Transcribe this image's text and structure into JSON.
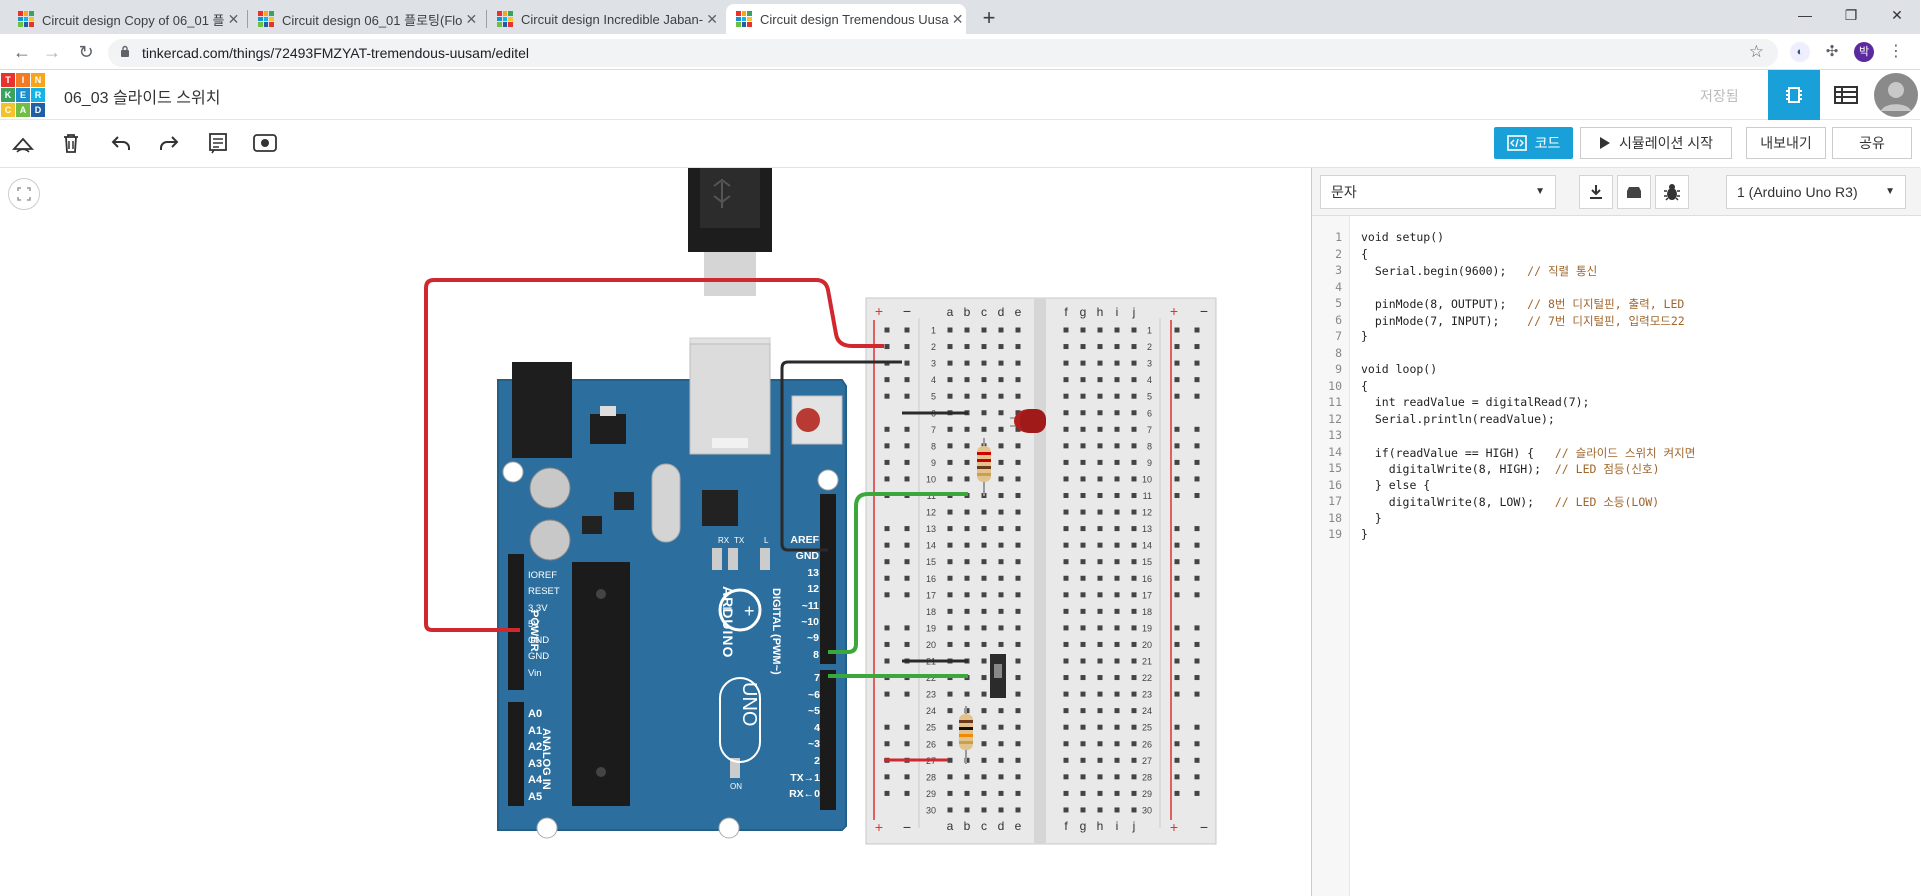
{
  "browser": {
    "tabs": [
      {
        "title": "Circuit design Copy of 06_01 플"
      },
      {
        "title": "Circuit design 06_01 플로팅(Flo"
      },
      {
        "title": "Circuit design Incredible Jaban-"
      },
      {
        "title": "Circuit design Tremendous Uusa"
      }
    ],
    "close_glyph": "✕",
    "new_tab_glyph": "+",
    "url": "tinkercad.com/things/72493FMZYAT-tremendous-uusam/editel",
    "profile_initial": "박"
  },
  "app": {
    "logo_letters": [
      "T",
      "I",
      "N",
      "K",
      "E",
      "R",
      "C",
      "A",
      "D"
    ],
    "logo_colors": [
      "#e8322f",
      "#f27a22",
      "#f9a51b",
      "#3aa35f",
      "#1c8fd1",
      "#16b4e6",
      "#f4c22c",
      "#6fbf44",
      "#1f5fa8"
    ],
    "project_title": "06_03 슬라이드 스위치",
    "saved_status": "저장됨",
    "code_button": "코드",
    "simulate_button": "시뮬레이션 시작",
    "export_button": "내보내기",
    "share_button": "공유"
  },
  "code_panel": {
    "mode": "문자",
    "device": "1 (Arduino Uno R3)",
    "lines": [
      {
        "n": "1",
        "code": "void setup()",
        "comment": ""
      },
      {
        "n": "2",
        "code": "{",
        "comment": ""
      },
      {
        "n": "3",
        "code": "  Serial.begin(9600);   ",
        "comment": "// 직렬 통신"
      },
      {
        "n": "4",
        "code": "",
        "comment": ""
      },
      {
        "n": "5",
        "code": "  pinMode(8, OUTPUT);   ",
        "comment": "// 8번 디지털핀, 출력, LED"
      },
      {
        "n": "6",
        "code": "  pinMode(7, INPUT);    ",
        "comment": "// 7번 디지털핀, 입력모드22"
      },
      {
        "n": "7",
        "code": "}",
        "comment": ""
      },
      {
        "n": "8",
        "code": "",
        "comment": ""
      },
      {
        "n": "9",
        "code": "void loop()",
        "comment": ""
      },
      {
        "n": "10",
        "code": "{",
        "comment": ""
      },
      {
        "n": "11",
        "code": "  int readValue = digitalRead(7);",
        "comment": ""
      },
      {
        "n": "12",
        "code": "  Serial.println(readValue);",
        "comment": ""
      },
      {
        "n": "13",
        "code": "",
        "comment": ""
      },
      {
        "n": "14",
        "code": "  if(readValue == HIGH) {   ",
        "comment": "// 슬라이드 스위치 켜지면"
      },
      {
        "n": "15",
        "code": "    digitalWrite(8, HIGH);  ",
        "comment": "// LED 점등(신호)"
      },
      {
        "n": "16",
        "code": "  } else {",
        "comment": ""
      },
      {
        "n": "17",
        "code": "    digitalWrite(8, LOW);   ",
        "comment": "// LED 소등(LOW)"
      },
      {
        "n": "18",
        "code": "  }",
        "comment": ""
      },
      {
        "n": "19",
        "code": "}",
        "comment": ""
      }
    ]
  },
  "circuit": {
    "arduino": {
      "brand": "ARDUINO",
      "model": "UNO",
      "power_title": "POWER",
      "analog_title": "ANALOG IN",
      "digital_title": "DIGITAL (PWM~)",
      "power_pins": [
        "IOREF",
        "RESET",
        "3.3V",
        "5V",
        "GND",
        "GND",
        "Vin"
      ],
      "analog_pins": [
        "A0",
        "A1",
        "A2",
        "A3",
        "A4",
        "A5"
      ],
      "digital_top": [
        "AREF",
        "GND",
        "13",
        "12",
        "~11",
        "~10",
        "~9",
        "8"
      ],
      "digital_bottom": [
        "7",
        "~6",
        "~5",
        "4",
        "~3",
        "2",
        "TX→1",
        "RX←0"
      ],
      "led_labels": [
        "RX",
        "TX",
        "L"
      ],
      "on_label": "ON"
    },
    "breadboard": {
      "rows": [
        "1",
        "2",
        "3",
        "4",
        "5",
        "6",
        "7",
        "8",
        "9",
        "10",
        "11",
        "12",
        "13",
        "14",
        "15",
        "16",
        "17",
        "18",
        "19",
        "20",
        "21",
        "22",
        "23",
        "24",
        "25",
        "26",
        "27",
        "28",
        "29",
        "30"
      ],
      "cols_left": [
        "a",
        "b",
        "c",
        "d",
        "e"
      ],
      "cols_right": [
        "f",
        "g",
        "h",
        "i",
        "j"
      ],
      "plus": "+",
      "minus": "−"
    },
    "wire_colors": {
      "red": "#d0282e",
      "black": "#2a2a2a",
      "green": "#3aa83a"
    }
  }
}
